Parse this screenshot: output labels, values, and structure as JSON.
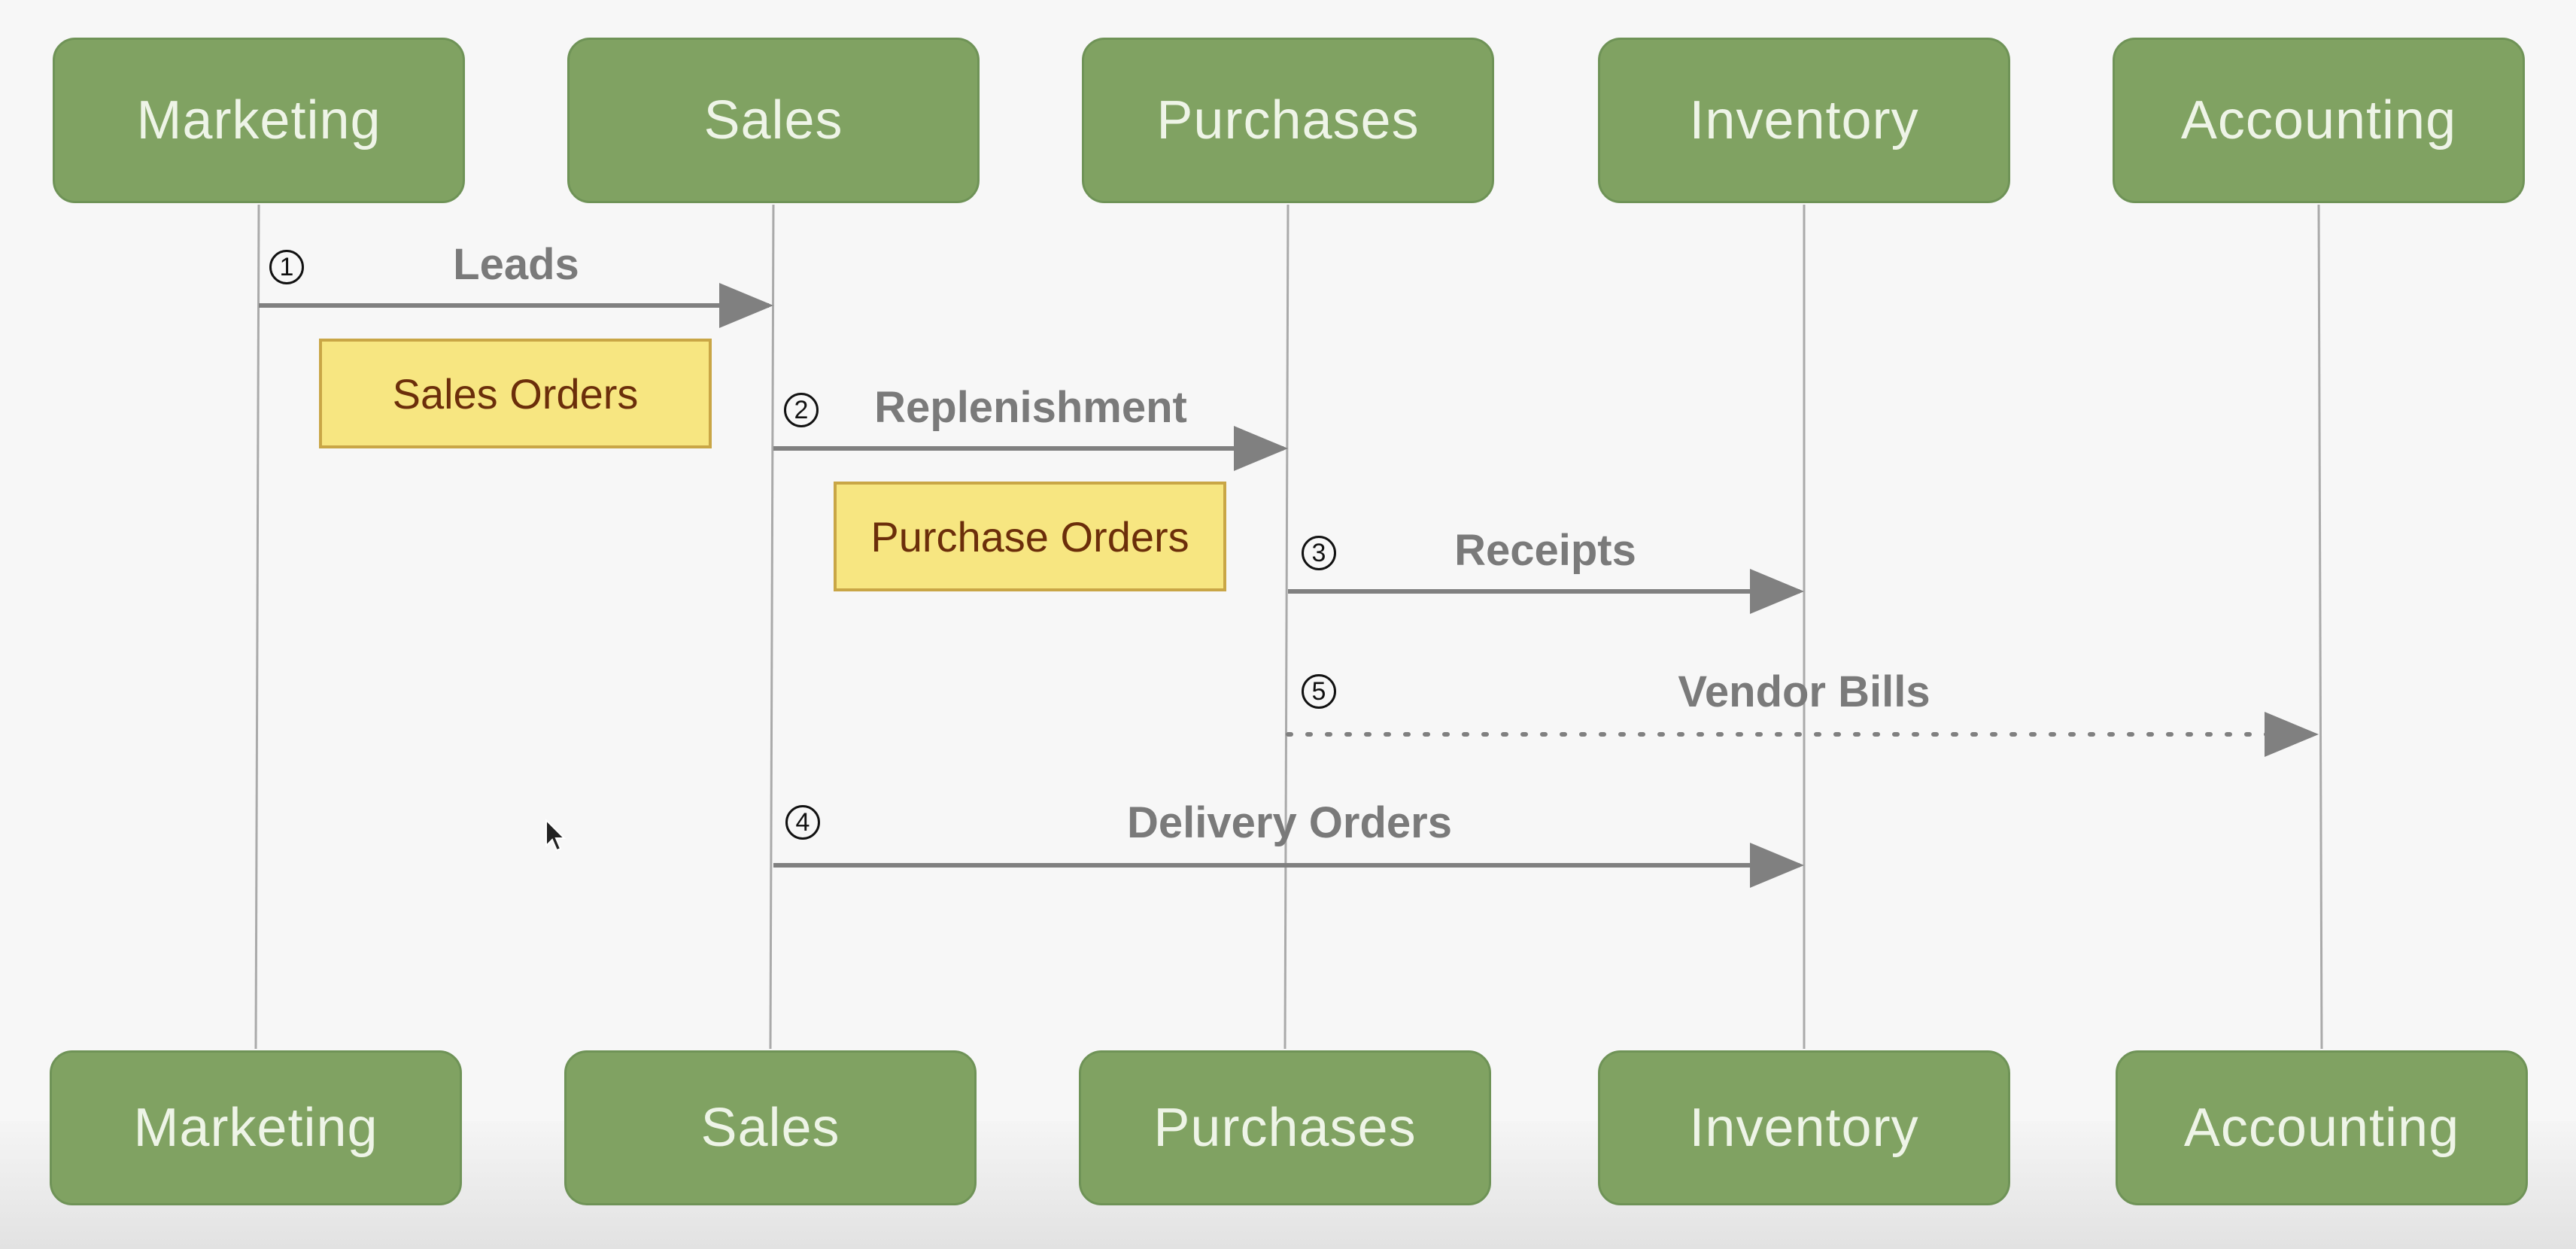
{
  "lifelines": [
    {
      "id": "marketing",
      "label": "Marketing"
    },
    {
      "id": "sales",
      "label": "Sales"
    },
    {
      "id": "purchases",
      "label": "Purchases"
    },
    {
      "id": "inventory",
      "label": "Inventory"
    },
    {
      "id": "accounting",
      "label": "Accounting"
    }
  ],
  "notes": [
    {
      "label": "Sales Orders"
    },
    {
      "label": "Purchase Orders"
    }
  ],
  "messages": [
    {
      "step": "1",
      "label": "Leads",
      "from": "Marketing",
      "to": "Sales",
      "style": "solid"
    },
    {
      "step": "2",
      "label": "Replenishment",
      "from": "Sales",
      "to": "Purchases",
      "style": "solid"
    },
    {
      "step": "3",
      "label": "Receipts",
      "from": "Purchases",
      "to": "Inventory",
      "style": "solid"
    },
    {
      "step": "5",
      "label": "Vendor Bills",
      "from": "Purchases",
      "to": "Accounting",
      "style": "dotted"
    },
    {
      "step": "4",
      "label": "Delivery Orders",
      "from": "Sales",
      "to": "Inventory",
      "style": "solid"
    }
  ],
  "colors": {
    "actor_fill": "#80a262",
    "actor_text": "#eef4e7",
    "note_fill": "#f7e681",
    "note_border": "#c9a646",
    "note_text": "#6b2e0a",
    "arrow": "#808080",
    "label": "#7a7a7a",
    "lifeline": "#aaaaaa",
    "background": "#f7f7f7"
  }
}
